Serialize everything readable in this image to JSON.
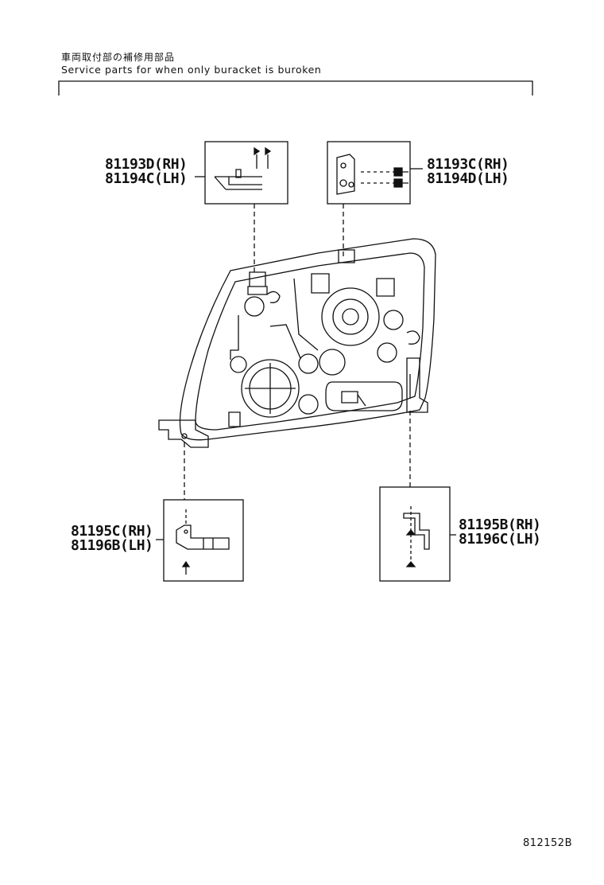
{
  "header": {
    "title_jp": "車両取付部の補修用部品",
    "title_en": "Service parts for when only buracket is buroken"
  },
  "callouts": [
    {
      "id": "top-left",
      "lines": [
        "81193D(RH)",
        "81194C(LH)"
      ]
    },
    {
      "id": "top-right",
      "lines": [
        "81193C(RH)",
        "81194D(LH)"
      ]
    },
    {
      "id": "bottom-left",
      "lines": [
        "81195C(RH)",
        "81196B(LH)"
      ]
    },
    {
      "id": "bottom-right",
      "lines": [
        "81195B(RH)",
        "81196C(LH)"
      ]
    }
  ],
  "figure_id": "812152B"
}
